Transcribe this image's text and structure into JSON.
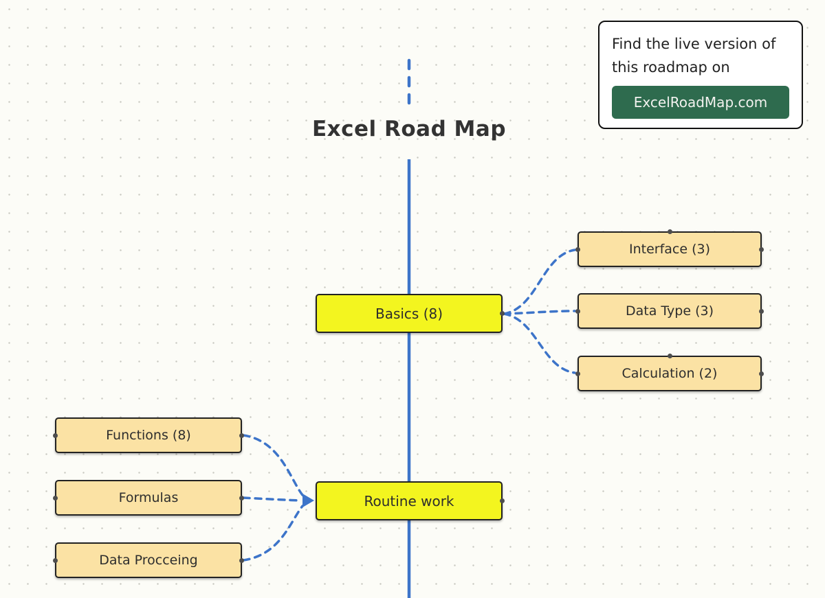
{
  "title": "Excel Road Map",
  "banner": {
    "line1": "Find the live version of",
    "line2": "this roadmap on",
    "button_label": "ExcelRoadMap.com"
  },
  "nodes": {
    "basics": {
      "label": "Basics (8)"
    },
    "interface": {
      "label": "Interface (3)"
    },
    "data_type": {
      "label": "Data Type (3)"
    },
    "calculation": {
      "label": "Calculation (2)"
    },
    "functions": {
      "label": "Functions (8)"
    },
    "formulas": {
      "label": "Formulas"
    },
    "data_procceing": {
      "label": "Data Procceing"
    },
    "routine_work": {
      "label": "Routine work"
    }
  },
  "colors": {
    "accent_blue": "#3d74c9",
    "topic_yellow": "#f3f51f",
    "subtopic_tan": "#fbe2a4",
    "button_green": "#2e6b4e",
    "border_dark": "#222222",
    "background": "#fcfcf7"
  }
}
